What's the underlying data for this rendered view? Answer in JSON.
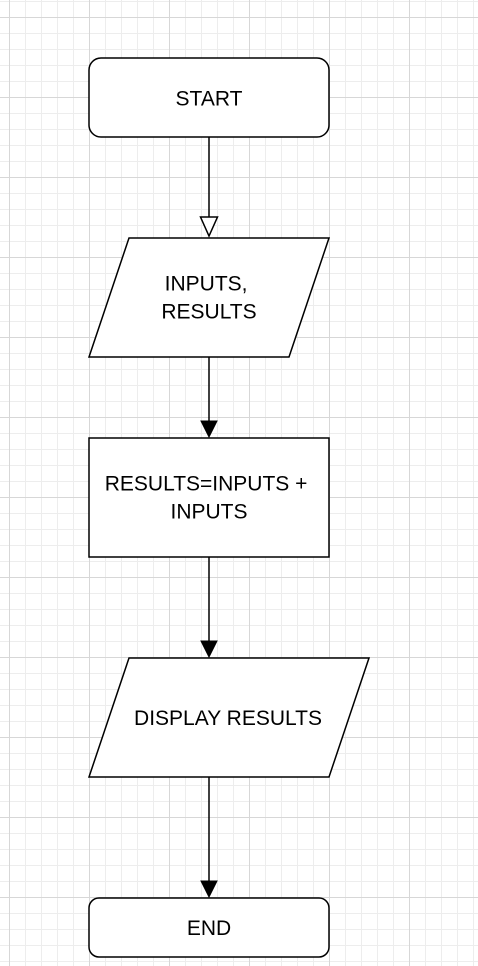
{
  "diagram": {
    "type": "flowchart",
    "background": "grid",
    "nodes": [
      {
        "id": "start",
        "shape": "rounded-rectangle",
        "lines": [
          "START"
        ]
      },
      {
        "id": "input",
        "shape": "parallelogram",
        "lines": [
          "INPUTS,",
          "RESULTS"
        ]
      },
      {
        "id": "process",
        "shape": "rectangle",
        "lines": [
          "RESULTS=INPUTS +",
          "INPUTS"
        ]
      },
      {
        "id": "output",
        "shape": "parallelogram",
        "lines": [
          "DISPLAY RESULTS"
        ]
      },
      {
        "id": "end",
        "shape": "rounded-rectangle",
        "lines": [
          "END"
        ]
      }
    ],
    "edges": [
      {
        "from": "start",
        "to": "input",
        "arrowhead": "open"
      },
      {
        "from": "input",
        "to": "process",
        "arrowhead": "solid"
      },
      {
        "from": "process",
        "to": "output",
        "arrowhead": "solid"
      },
      {
        "from": "output",
        "to": "end",
        "arrowhead": "solid"
      }
    ],
    "colors": {
      "stroke": "#000000",
      "fill": "#ffffff",
      "grid_major": "#d7d7d7",
      "grid_minor": "#ededed"
    }
  }
}
